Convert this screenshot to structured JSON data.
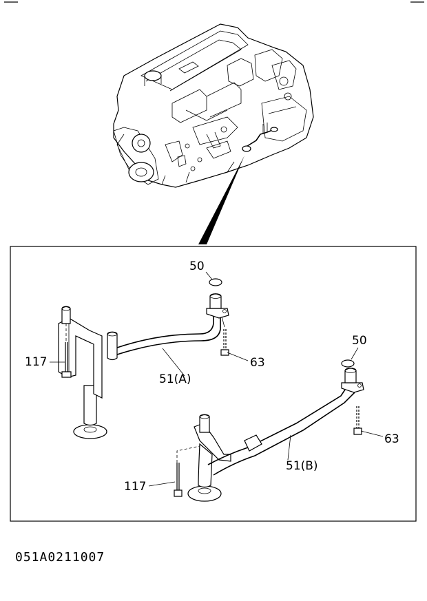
{
  "callouts": {
    "c50a": "50",
    "c50b": "50",
    "c117a": "117",
    "c117b": "117",
    "c51a": "51(A)",
    "c51b": "51(B)",
    "c63a": "63",
    "c63b": "63"
  },
  "figure_code": "051A0211007"
}
